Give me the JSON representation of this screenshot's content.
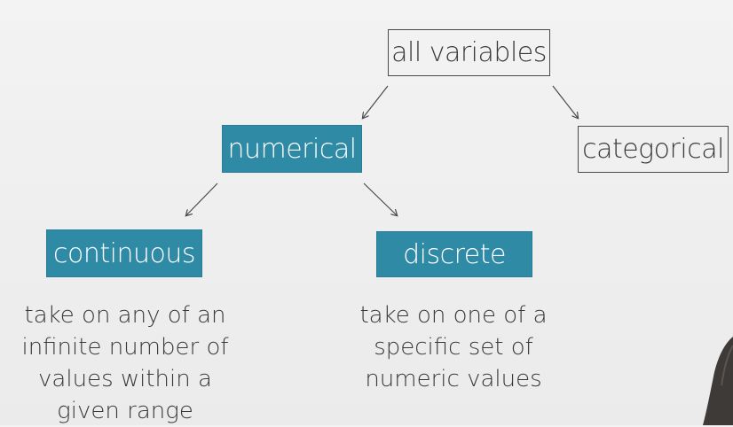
{
  "diagram": {
    "root": "all variables",
    "categorical": "categorical",
    "numerical": "numerical",
    "continuous": "continuous",
    "discrete": "discrete",
    "continuous_desc": [
      "take on any of an",
      "infinite number of",
      "values within a",
      "given range"
    ],
    "discrete_desc": [
      "take on one of a",
      "specific set of",
      "numeric values"
    ]
  },
  "colors": {
    "filled_box": "#2f8aa6",
    "text": "#3a3a3a",
    "background": "#efefef"
  }
}
